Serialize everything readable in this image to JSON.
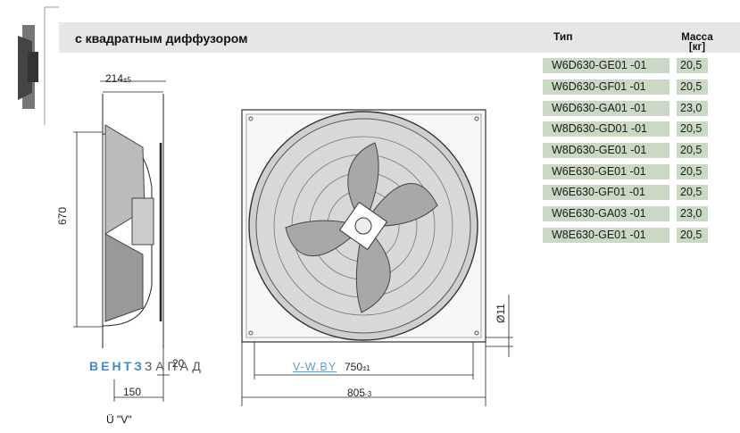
{
  "header": {
    "title": "с квадратным диффузором",
    "col_type": "Тип",
    "col_mass": "Масса [кг]"
  },
  "table": {
    "rows": [
      {
        "type": "W6D630-GE01 -01",
        "mass": "20,5"
      },
      {
        "type": "W6D630-GF01 -01",
        "mass": "20,5"
      },
      {
        "type": "W6D630-GA01 -01",
        "mass": "23,0"
      },
      {
        "type": "W8D630-GD01 -01",
        "mass": "20,5"
      },
      {
        "type": "W8D630-GE01 -01",
        "mass": "20,5"
      },
      {
        "type": "W6E630-GE01 -01",
        "mass": "20,5"
      },
      {
        "type": "W6E630-GF01 -01",
        "mass": "20,5"
      },
      {
        "type": "W6E630-GA03 -01",
        "mass": "23,0"
      },
      {
        "type": "W8E630-GE01 -01",
        "mass": "20,5"
      }
    ],
    "row_color": "#c9d9c3"
  },
  "drawing": {
    "dim_214": "214",
    "dim_214_tol": "±5",
    "dim_670": "670",
    "dim_20": "20",
    "dim_150": "150",
    "dim_750": "750",
    "dim_750_tol": "±1",
    "dim_805": "805",
    "dim_805_tol": "-3",
    "dim_11": "Ø11",
    "view_label": "Ü \"V\""
  },
  "watermark": {
    "brand_a": "ВЕНТЗ",
    "brand_b": "ЗАПАД",
    "site": "V-W.BY"
  }
}
